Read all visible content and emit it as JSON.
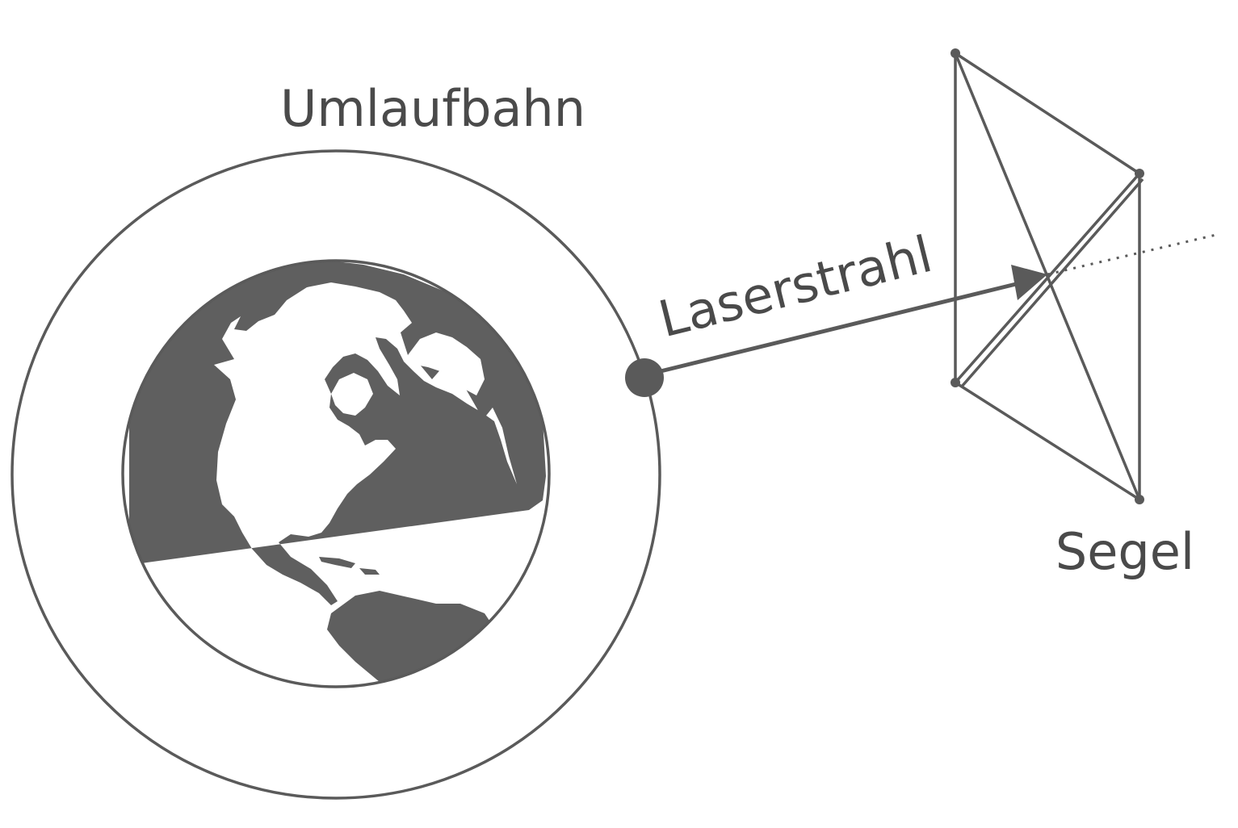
{
  "labels": {
    "orbit": "Umlaufbahn",
    "laser": "Laserstrahl",
    "sail": "Segel"
  },
  "colors": {
    "line": "#5a5a5a",
    "fill": "#5f5f5f",
    "text": "#4a4a4a",
    "background": "#ffffff"
  }
}
